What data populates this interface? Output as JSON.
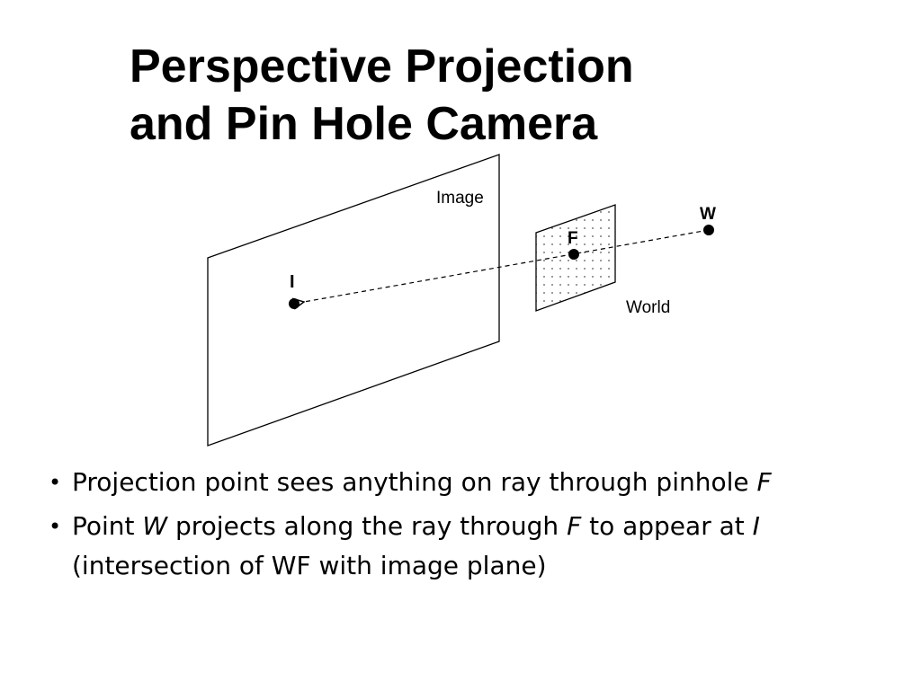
{
  "slide": {
    "title_line1": "Perspective Projection",
    "title_line2": "and Pin Hole Camera"
  },
  "diagram": {
    "image_label": "Image",
    "world_label": "World",
    "point_w_label": "W",
    "point_f_label": "F",
    "point_i_label": "I"
  },
  "bullets": [
    {
      "marker": "•",
      "text_before": "Projection point sees anything on ray through pinhole ",
      "italic_f": "F"
    },
    {
      "marker": "•",
      "text_a": "Point ",
      "italic_w": "W",
      "text_b": " projects along the ray through ",
      "italic_f": "F",
      "text_c": " to appear at ",
      "italic_i": "I",
      "text_d": "(intersection of WF with image plane)"
    }
  ]
}
